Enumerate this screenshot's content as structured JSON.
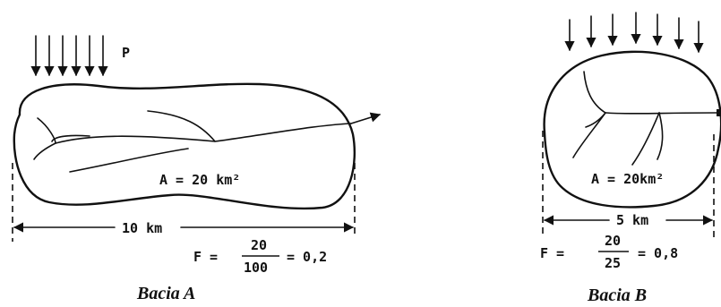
{
  "basin_a": {
    "rain_label": "P",
    "area": "A = 20 km²",
    "width": "10 km",
    "f_prefix": "F =",
    "f_num": "20",
    "f_den": "100",
    "f_result": "= 0,2",
    "caption": "Bacia A"
  },
  "basin_b": {
    "area": "A = 20km²",
    "width": "5 km",
    "f_prefix": "F =",
    "f_num": "20",
    "f_den": "25",
    "f_result": "= 0,8",
    "caption": "Bacia B"
  },
  "icons": [
    "rain-arrows",
    "outlet-arrow",
    "dimension-arrow"
  ]
}
